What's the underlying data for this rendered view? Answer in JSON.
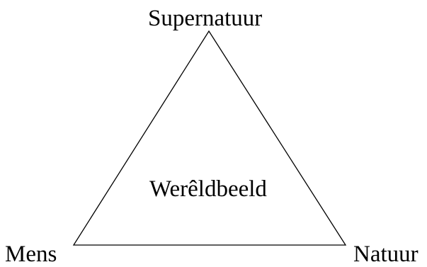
{
  "diagram": {
    "top_label": "Supernatuur",
    "center_label": "Werêldbeeld",
    "bottom_left_label": "Mens",
    "bottom_right_label": "Natuur",
    "line_color": "#000000"
  }
}
